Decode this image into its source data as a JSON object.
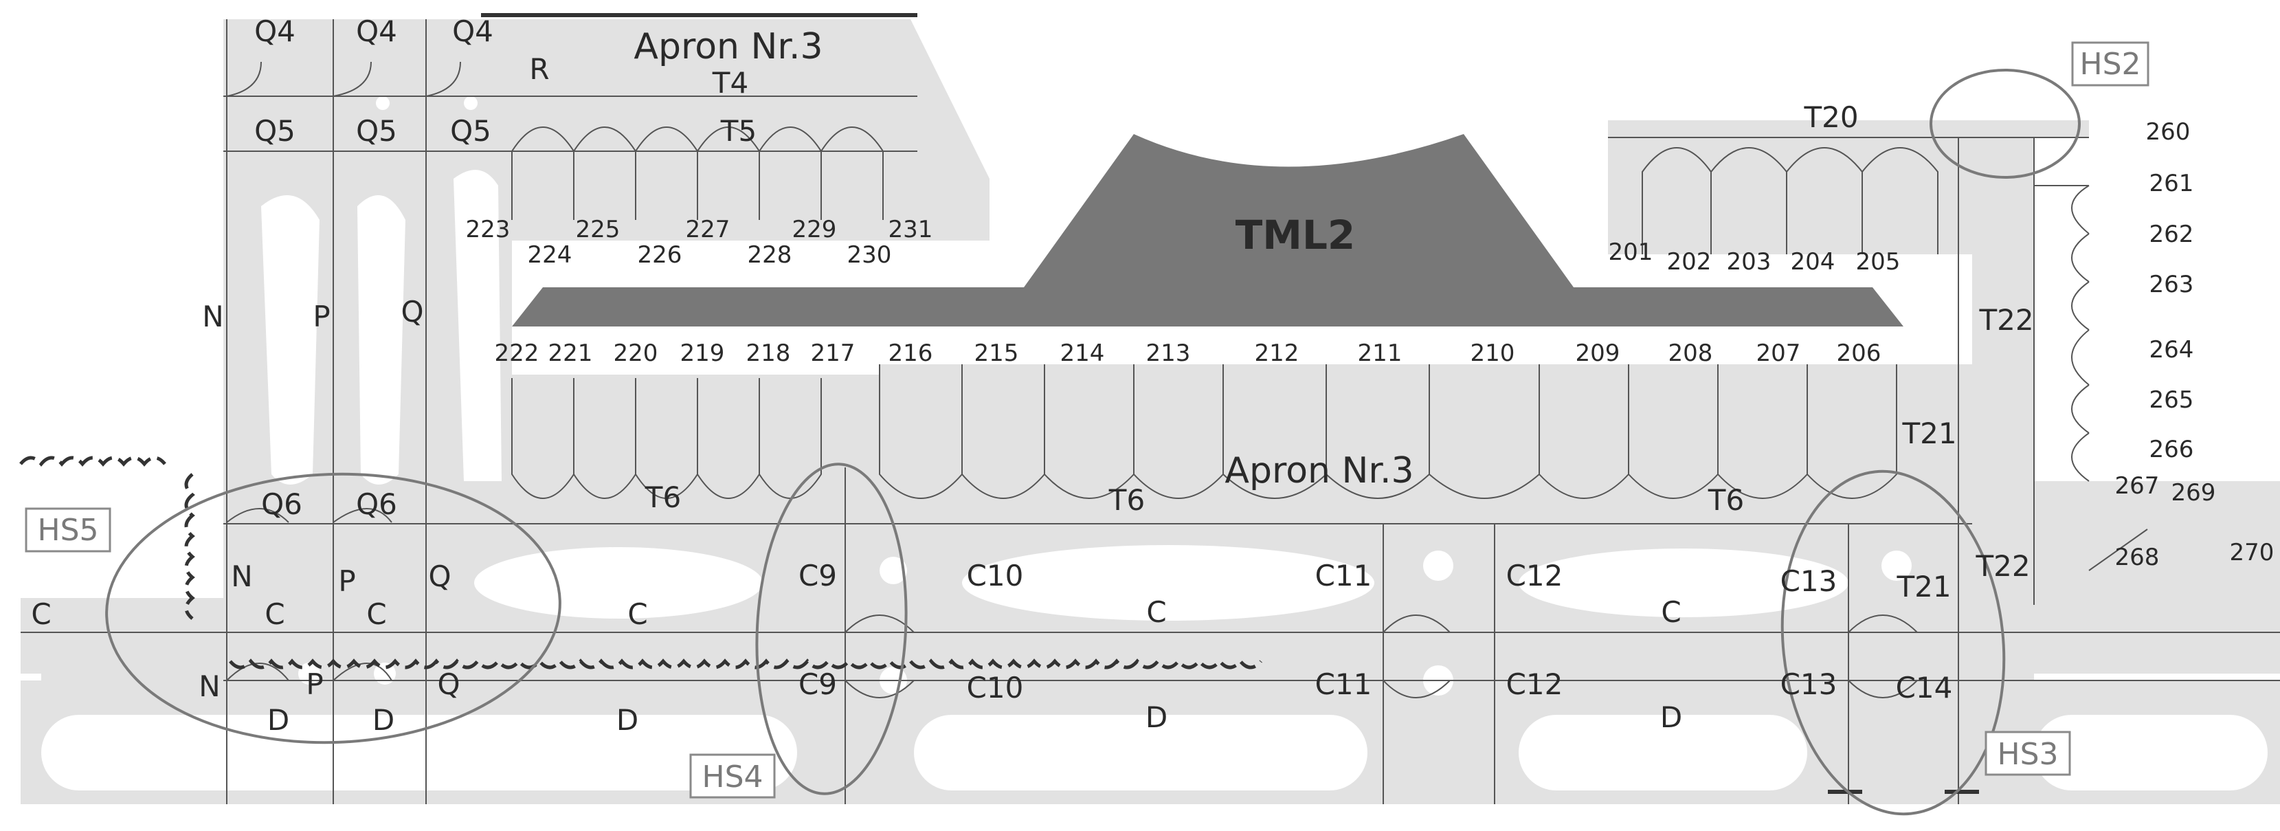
{
  "terminal": {
    "name": "TML2"
  },
  "aprons": [
    {
      "id": "apron-upper",
      "name": "Apron Nr.3"
    },
    {
      "id": "apron-main",
      "name": "Apron Nr.3"
    }
  ],
  "hotspots": [
    "HS2",
    "HS3",
    "HS4",
    "HS5"
  ],
  "stands": {
    "upper_top_row": [
      "223",
      "225",
      "227",
      "229",
      "231"
    ],
    "upper_bottom_row": [
      "224",
      "226",
      "228",
      "230"
    ],
    "main_row": [
      "222",
      "221",
      "220",
      "219",
      "218",
      "217",
      "216",
      "215",
      "214",
      "213",
      "212",
      "211",
      "210",
      "209",
      "208",
      "207",
      "206"
    ],
    "right_apron_row": [
      "201",
      "202",
      "203",
      "204",
      "205"
    ],
    "east_column": [
      "260",
      "261",
      "262",
      "263",
      "264",
      "265",
      "266",
      "267",
      "269",
      "268",
      "270"
    ]
  },
  "taxiways": {
    "Q4": "Q4",
    "Q5": "Q5",
    "Q6": "Q6",
    "R": "R",
    "T4": "T4",
    "T5": "T5",
    "T6": "T6",
    "T20": "T20",
    "T21": "T21",
    "T22": "T22",
    "N": "N",
    "P": "P",
    "Q": "Q",
    "C": "C",
    "D": "D",
    "C9": "C9",
    "C10": "C10",
    "C11": "C11",
    "C12": "C12",
    "C13": "C13",
    "C14": "C14"
  },
  "colors": {
    "pavement": "#e2e2e2",
    "grass": "#ffffff",
    "terminal": "#787878",
    "taxi_line": "#555555",
    "hotspot_ring": "#7a7a7a",
    "text": "#2a2a2a"
  }
}
